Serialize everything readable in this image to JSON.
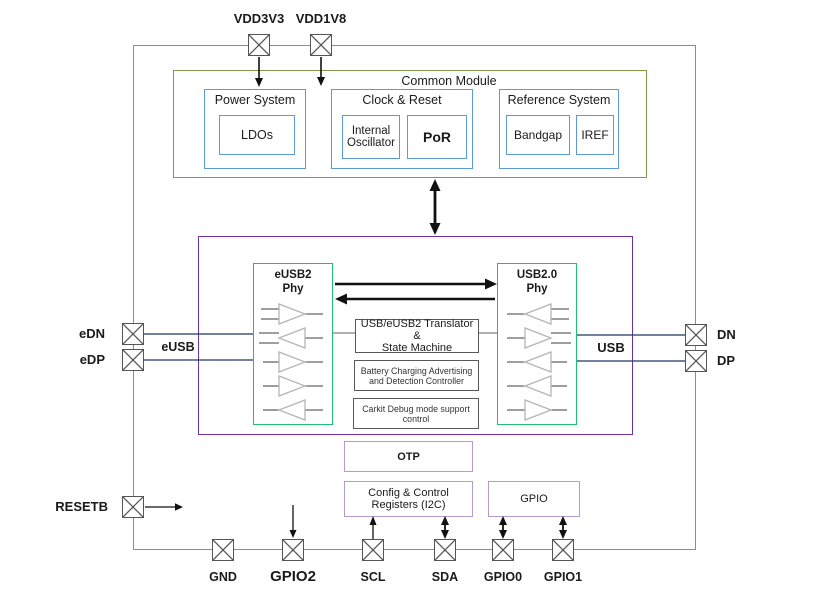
{
  "colors": {
    "box_blue": "#5B9BD5",
    "module_green": "#7d9c4a",
    "phy_green": "#1cbe72",
    "core_purple": "#7030A0",
    "block_lavender": "#b49bd6",
    "signal_navy": "#1f3864",
    "chip_border_gray": "#8c8c8c"
  },
  "pins": {
    "vdd3v3": "VDD3V3",
    "vdd1v8": "VDD1V8",
    "edn": "eDN",
    "edp": "eDP",
    "resetb": "RESETB",
    "dn": "DN",
    "dp": "DP",
    "gnd": "GND",
    "gpio2": "GPIO2",
    "scl": "SCL",
    "sda": "SDA",
    "gpio0": "GPIO0",
    "gpio1": "GPIO1"
  },
  "buses": {
    "eusb": "eUSB",
    "usb": "USB"
  },
  "common": {
    "title": "Common Module",
    "power_title": "Power System",
    "ldos": "LDOs",
    "clock_title": "Clock & Reset",
    "oscillator": "Internal\nOscillator",
    "por": "PoR",
    "reference_title": "Reference System",
    "bandgap": "Bandgap",
    "iref": "IREF"
  },
  "core": {
    "eusb2_phy": "eUSB2\nPhy",
    "usb20_phy": "USB2.0\nPhy",
    "translator": "USB/eUSB2 Translator &\nState Machine",
    "battery": "Battery Charging Advertising\nand Detection Controller",
    "carkit": "Carkit Debug mode support\ncontrol"
  },
  "blocks": {
    "otp": "OTP",
    "config": "Config & Control\nRegisters (I2C)",
    "gpio": "GPIO"
  }
}
